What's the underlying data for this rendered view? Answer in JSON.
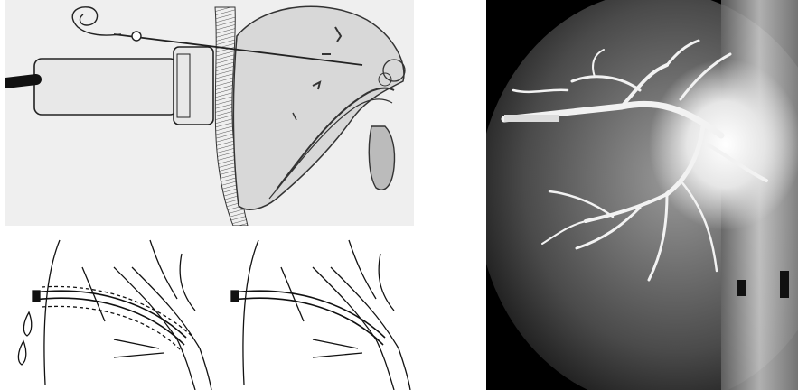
{
  "figure": {
    "panels": [
      {
        "id": "ultrasound-guided-puncture-sketch",
        "kind": "illustration"
      },
      {
        "id": "catheter-placement-schematics",
        "kind": "line-drawing",
        "count": 2
      },
      {
        "id": "portal-venogram-xray",
        "kind": "radiograph"
      }
    ],
    "colors": {
      "sketch_background": "#efefef",
      "ink": "#2a2a2a",
      "xray_background": "#000000",
      "contrast_vessels": "#f2f2f2"
    }
  }
}
